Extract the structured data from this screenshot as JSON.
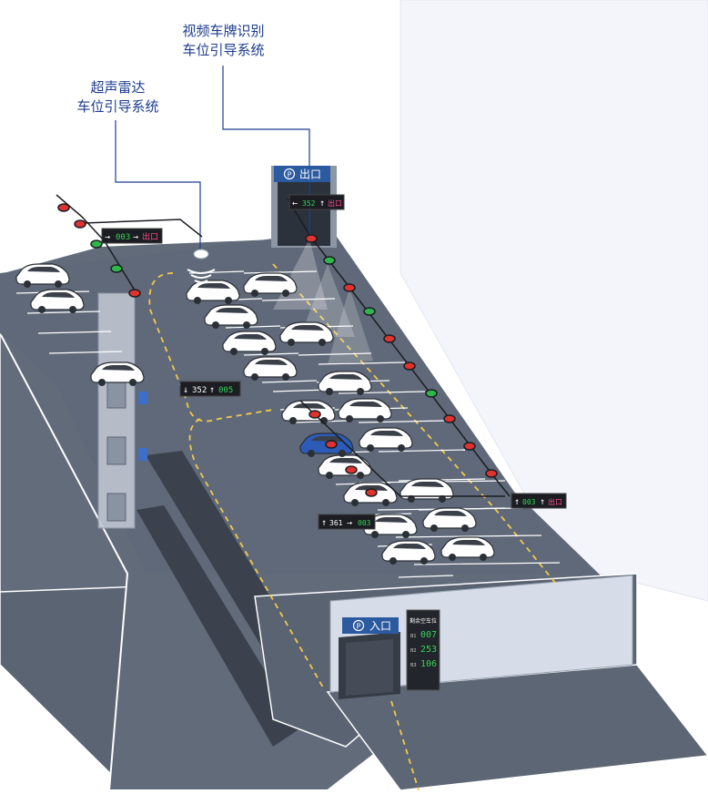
{
  "callouts": {
    "video": [
      "视频车牌识别",
      "车位引导系统"
    ],
    "ultrasonic": [
      "超声雷达",
      "车位引导系统"
    ]
  },
  "signs": {
    "exit": {
      "icon": "parking-icon",
      "text": "出口"
    },
    "entrance": {
      "icon": "parking-icon",
      "text": "入口"
    }
  },
  "guide_screens": {
    "top_left": {
      "arrow1": "→",
      "num": "003",
      "arrow2": "→",
      "label": "出口"
    },
    "exit": {
      "arrow1": "←",
      "num": "352",
      "arrow2": "↑",
      "label": "出口"
    },
    "middle": {
      "arrow1": "↓",
      "num1": "352",
      "arrow2": "↑",
      "num2": "005"
    },
    "right": {
      "arrow1": "↑",
      "num": "003",
      "arrow2": "↑",
      "label": "出口"
    },
    "bottom": {
      "arrow1": "↑",
      "num1": "361",
      "arrow2": "→",
      "num2": "003"
    }
  },
  "vacancy_board": {
    "title": "剩余空车位",
    "rows": [
      {
        "level": "B1",
        "count": "007"
      },
      {
        "level": "B2",
        "count": "253"
      },
      {
        "level": "B3",
        "count": "106"
      }
    ]
  },
  "colors": {
    "floor": "#5e6878",
    "floor_dark": "#4a5361",
    "wall": "#dde3ec",
    "lane_marking": "#f2c94c",
    "callout_text": "#1d3c8f",
    "sign_blue": "#2c5aa0",
    "indicator_red": "#e0322e",
    "indicator_green": "#2fb64a",
    "led_green": "#37d35a",
    "led_red": "#e0322e",
    "car_blue": "#2d5bb8"
  }
}
